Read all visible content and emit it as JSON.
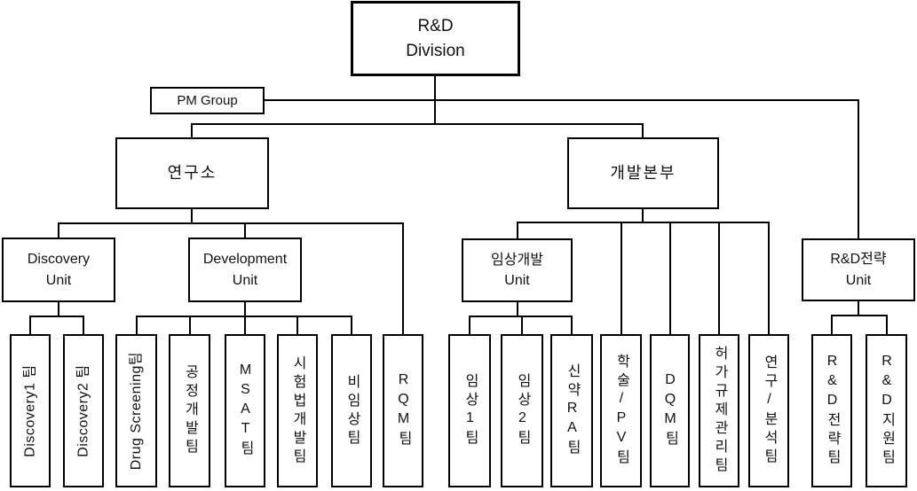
{
  "org_chart": {
    "root": {
      "label": "R&D\nDivision"
    },
    "pm_group": {
      "label": "PM Group"
    },
    "departments": {
      "research": {
        "label": "연구소"
      },
      "devhq": {
        "label": "개발본부"
      }
    },
    "units": {
      "discovery": {
        "label": "Discovery\nUnit"
      },
      "development": {
        "label": "Development\nUnit"
      },
      "clinical": {
        "label": "임상개발\nUnit"
      },
      "strategy": {
        "label": "R&D전략\nUnit"
      }
    },
    "teams": [
      {
        "label": "Discovery1 팀",
        "text_direction": "rotated-90ccw",
        "parent": "Discovery Unit"
      },
      {
        "label": "Discovery2 팀",
        "text_direction": "rotated-90ccw",
        "parent": "Discovery Unit"
      },
      {
        "label": "Drug Screening팀",
        "text_direction": "rotated-90ccw",
        "parent": "Development Unit"
      },
      {
        "label": "공정개발팀",
        "text_direction": "stacked-upright",
        "parent": "Development Unit"
      },
      {
        "label": "MSAT팀",
        "text_direction": "stacked-upright",
        "parent": "Development Unit"
      },
      {
        "label": "시험법개발팀",
        "text_direction": "stacked-upright",
        "parent": "Development Unit"
      },
      {
        "label": "비임상팀",
        "text_direction": "stacked-upright",
        "parent": "Development Unit"
      },
      {
        "label": "RQM팀",
        "text_direction": "stacked-upright",
        "parent": "연구소"
      },
      {
        "label": "임상1팀",
        "text_direction": "stacked-upright",
        "parent": "임상개발 Unit"
      },
      {
        "label": "임상2팀",
        "text_direction": "stacked-upright",
        "parent": "임상개발 Unit"
      },
      {
        "label": "신약RA팀",
        "text_direction": "stacked-upright",
        "parent": "임상개발 Unit"
      },
      {
        "label": "학술/PV팀",
        "text_direction": "stacked-upright",
        "parent": "개발본부"
      },
      {
        "label": "DQM팀",
        "text_direction": "stacked-upright",
        "parent": "개발본부"
      },
      {
        "label": "허가규제관리팀",
        "text_direction": "stacked-upright",
        "parent": "개발본부"
      },
      {
        "label": "연구/분석팀",
        "text_direction": "stacked-upright",
        "parent": "개발본부"
      },
      {
        "label": "R&D전략팀",
        "text_direction": "stacked-upright",
        "parent": "R&D전략 Unit"
      },
      {
        "label": "R&D지원팀",
        "text_direction": "stacked-upright",
        "parent": "R&D전략 Unit"
      }
    ],
    "colors": {
      "background": "#ffffff",
      "box_border": "#000000",
      "connector_line": "#000000",
      "text": "#111111"
    }
  }
}
